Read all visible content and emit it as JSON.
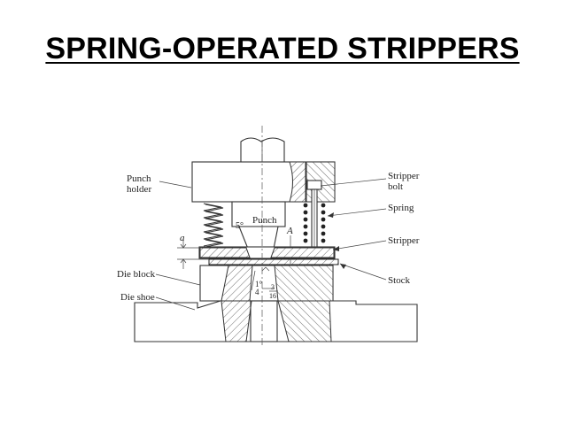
{
  "title": "SPRING-OPERATED STRIPPERS",
  "labels": {
    "punch_holder_line1": "Punch",
    "punch_holder_line2": "holder",
    "punch": "Punch",
    "die_block": "Die block",
    "die_shoe": "Die shoe",
    "stripper_bolt_line1": "Stripper",
    "stripper_bolt_line2": "bolt",
    "spring": "Spring",
    "stripper": "Stripper",
    "stock": "Stock"
  },
  "dimensions": {
    "punch_angle": "5°",
    "clearance_a": "a",
    "clearance_A": "A",
    "die_angle": "1°",
    "die_angle_num": "4",
    "frac_num": "3",
    "frac_den": "16"
  }
}
